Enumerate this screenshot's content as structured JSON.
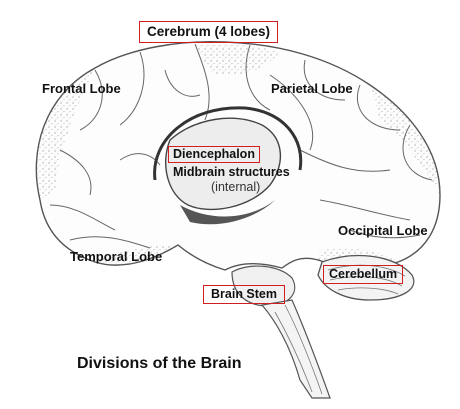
{
  "diagram": {
    "caption": "Divisions of the Brain",
    "labels": {
      "cerebrum": "Cerebrum (4 lobes)",
      "frontal": "Frontal Lobe",
      "parietal": "Parietal Lobe",
      "diencephalon": "Diencephalon",
      "midbrain": "Midbrain structures",
      "internal": "(internal)",
      "temporal": "Temporal Lobe",
      "occipital": "Occipital Lobe",
      "cerebellum": "Cerebellum",
      "brainstem": "Brain Stem"
    },
    "highlight_color": "#d11f1f",
    "style": "pencil sketch"
  }
}
